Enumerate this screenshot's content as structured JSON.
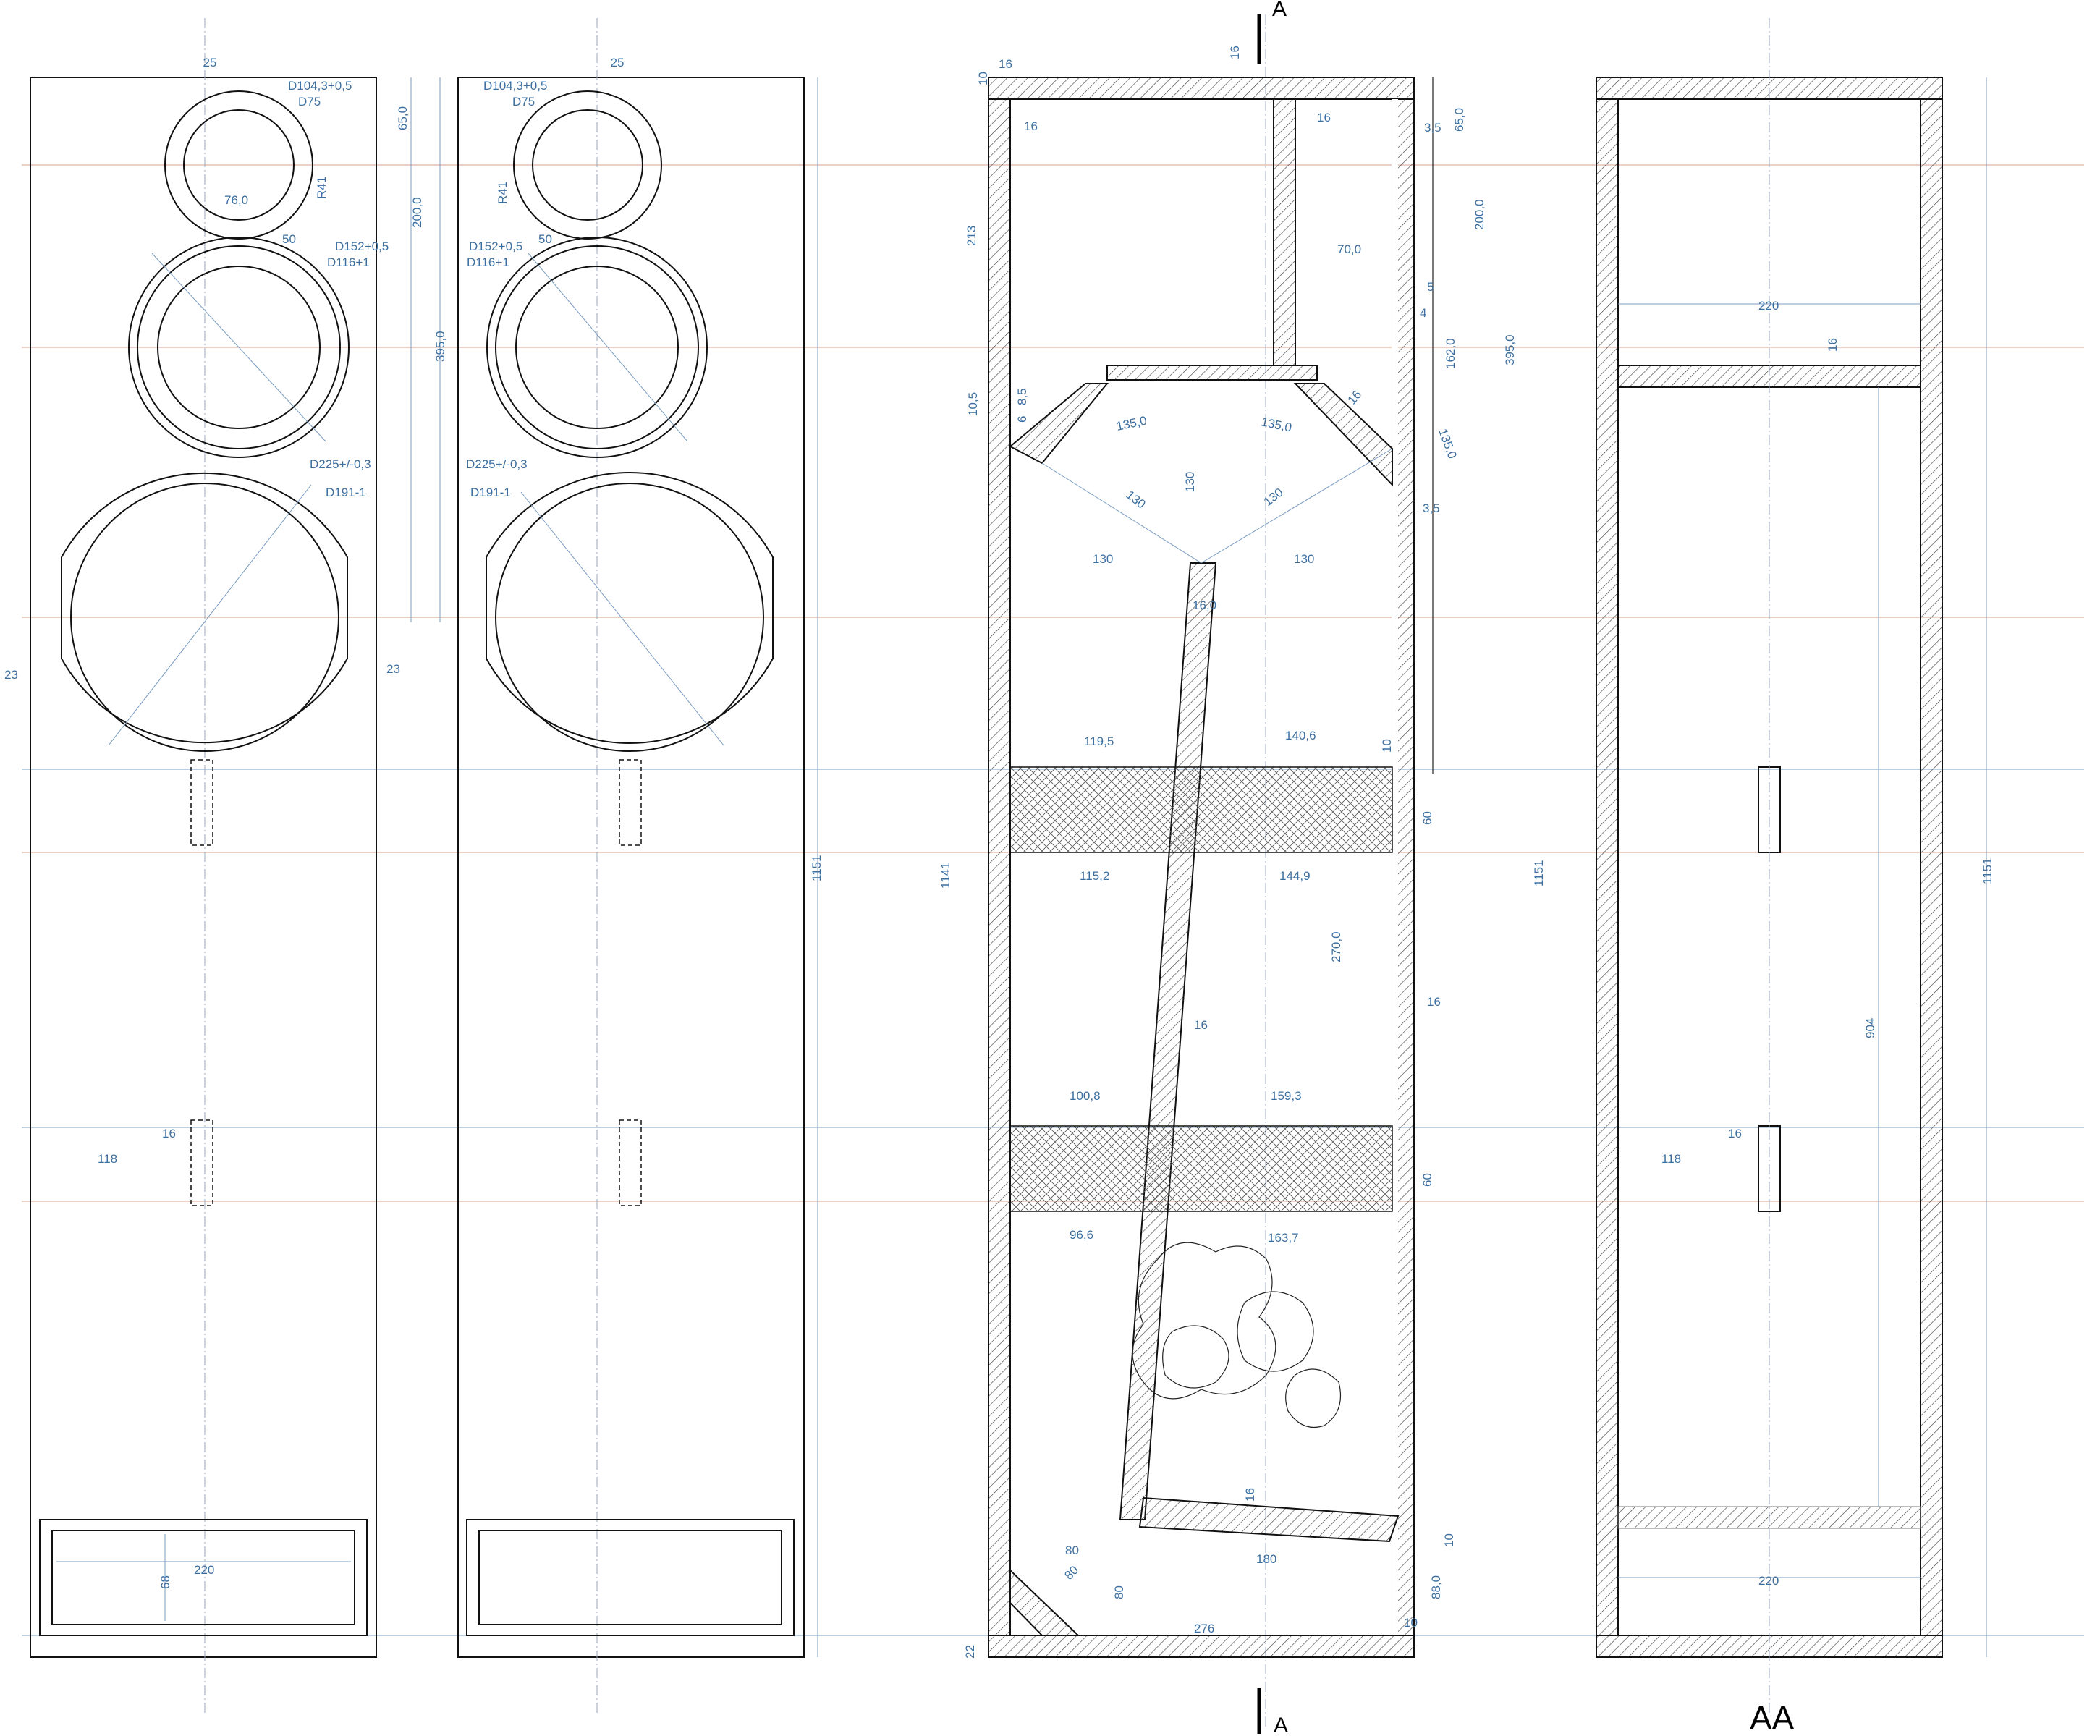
{
  "section_marker": "A",
  "section_view_title": "AA",
  "front_a": {
    "tw_offset": "25",
    "tw_flange": "D104,3+0,5",
    "tw_hole": "D75",
    "tw_radius": "R41",
    "tw_chord": "76,0",
    "mid_gap": "50",
    "mid_flange": "D152+0,5",
    "mid_hole": "D116+1",
    "woofer_flange": "D225+/-0,3",
    "woofer_hole": "D191-1",
    "woofer_side_left": "23",
    "woofer_side_right": "23",
    "dim_650": "65,0",
    "dim_2000": "200,0",
    "dim_3950": "395,0",
    "dim_118": "118",
    "dim_16": "16",
    "port_w": "220",
    "port_h": "68"
  },
  "front_b": {
    "tw_offset": "25",
    "tw_flange": "D104,3+0,5",
    "tw_hole": "D75",
    "tw_radius": "R41",
    "mid_gap": "50",
    "mid_flange": "D152+0,5",
    "mid_hole": "D116+1",
    "woofer_flange": "D225+/-0,3",
    "woofer_hole": "D191-1",
    "height": "1151"
  },
  "side": {
    "d16_top": "16",
    "d10_top": "10",
    "d16_a": "16",
    "d16_b": "16",
    "d16_c": "16",
    "d213": "213",
    "d105": "10,5",
    "d85": "8,5",
    "d6": "6",
    "d35_top": "3,5",
    "d650": "65,0",
    "d2000": "200,0",
    "d700": "70,0",
    "d5": "5",
    "d4": "4",
    "d1620": "162,0",
    "d3950": "395,0",
    "ang1": "135,0",
    "ang2": "135,0",
    "ang3": "135,0",
    "d16_slope": "16",
    "d35_b": "3,5",
    "d130_l": "130",
    "d130_v": "130",
    "d130_r": "130",
    "d130_hl": "130",
    "d130_hr": "130",
    "d160": "16,0",
    "d1195": "119,5",
    "d1406": "140,6",
    "d10_mid": "10",
    "d60_a": "60",
    "d1152": "115,2",
    "d1449": "144,9",
    "d1141": "1141",
    "d1151": "1151",
    "d2700": "270,0",
    "d16_mid": "16",
    "d16_right": "16",
    "d1008": "100,8",
    "d1593": "159,3",
    "d60_b": "60",
    "d966": "96,6",
    "d1637": "163,7",
    "d16_bot": "16",
    "d10_bot": "10",
    "d80_a": "80",
    "d80_b": "80",
    "d80_c": "80",
    "d180": "180",
    "d880": "88,0",
    "d276": "276",
    "d10_b": "10",
    "d22": "22"
  },
  "section_aa": {
    "d220_top": "220",
    "d16": "16",
    "d1151": "1151",
    "d904": "904",
    "d118": "118",
    "d16_b": "16",
    "d220_bot": "220"
  }
}
